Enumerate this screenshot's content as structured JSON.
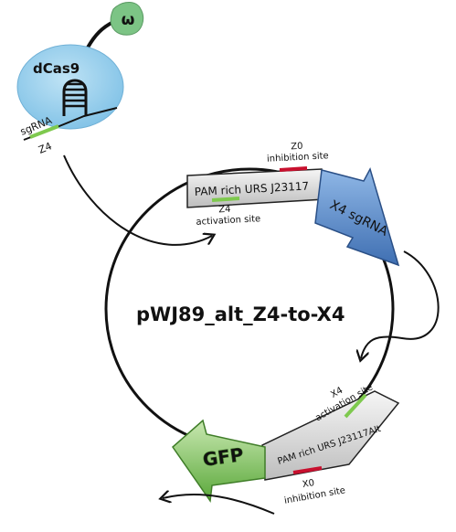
{
  "complex": {
    "protein_label": "dCas9",
    "subunit_label": "ω",
    "guide_label": "sgRNA",
    "target_label": "Z4"
  },
  "plasmid": {
    "name": "pWJ89_alt_Z4-to-X4"
  },
  "parts": {
    "top_promoter_label": "PAM rich URS J23117",
    "top_activation_label_1": "Z4",
    "top_activation_label_2": "activation site",
    "top_inhibition_label_1": "Z0",
    "top_inhibition_label_2": "inhibition site",
    "sgrna_label": "X4 sgRNA",
    "bottom_activation_label_1": "X4",
    "bottom_activation_label_2": "activation site",
    "bottom_promoter_label": "PAM rich URS J23117Alt",
    "gfp_label": "GFP",
    "bottom_inhibition_label_1": "X0",
    "bottom_inhibition_label_2": "inhibition site"
  },
  "colors": {
    "dcas9_blue": "#8fcbea",
    "omega_green": "#7cc485",
    "activation_green": "#7ec94e",
    "inhibition_red": "#c8102e",
    "sgrna_blue": "#4a7fbf",
    "gfp_green": "#7cbf4a",
    "promoter_gray": "#d8d8d8"
  }
}
